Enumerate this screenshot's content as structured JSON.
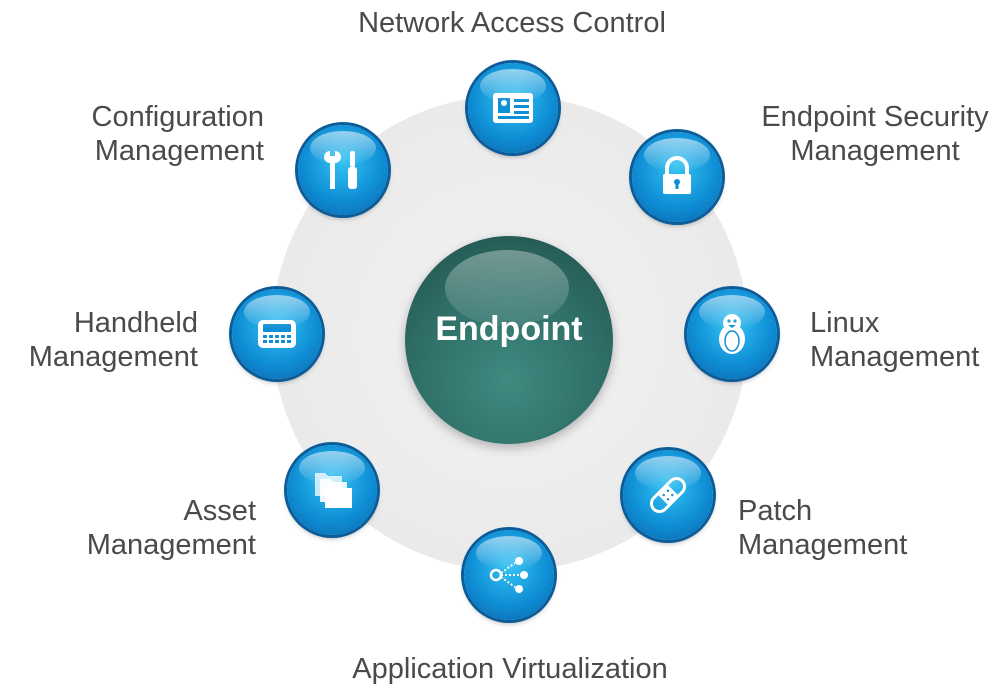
{
  "center": {
    "label": "Endpoint"
  },
  "nodes": {
    "network_access": {
      "line1": "Network Access Control",
      "icon": "id-card-icon"
    },
    "endpoint_security": {
      "line1": "Endpoint Security",
      "line2": "Management",
      "icon": "lock-icon"
    },
    "linux": {
      "line1": "Linux",
      "line2": "Management",
      "icon": "penguin-icon"
    },
    "patch": {
      "line1": "Patch",
      "line2": "Management",
      "icon": "bandage-icon"
    },
    "app_virtualization": {
      "line1": "Application Virtualization",
      "icon": "network-nodes-icon"
    },
    "asset": {
      "line1": "Asset",
      "line2": "Management",
      "icon": "folders-icon"
    },
    "handheld": {
      "line1": "Handheld",
      "line2": "Management",
      "icon": "handheld-device-icon"
    },
    "configuration": {
      "line1": "Configuration",
      "line2": "Management",
      "icon": "tools-icon"
    }
  },
  "colors": {
    "hub": "#2e6d66",
    "node": "#0f8fd6",
    "ring": "#ececec",
    "text": "#4a4a4a"
  }
}
